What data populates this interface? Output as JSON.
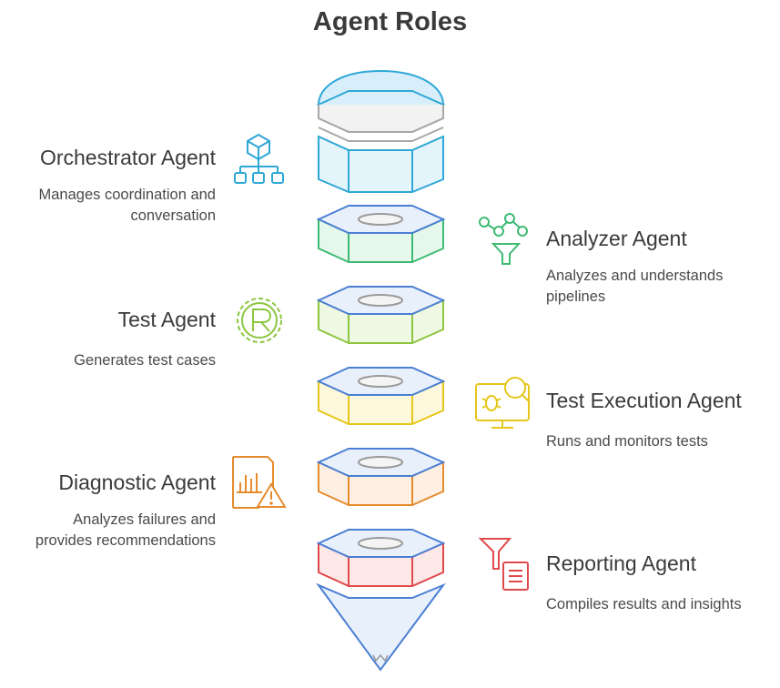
{
  "title": "Agent Roles",
  "agents": [
    {
      "label": "Orchestrator Agent",
      "desc_line1": "Manages coordination and",
      "desc_line2": "conversation",
      "color": "#2ea8d6",
      "fill": "#e4f4fb",
      "icon": "cube-hierarchy-icon"
    },
    {
      "label": "Analyzer Agent",
      "desc_line1": "Analyzes and understands",
      "desc_line2": "pipelines",
      "color": "#3dbb73",
      "fill": "#e6f7ec",
      "icon": "nodes-funnel-icon"
    },
    {
      "label": "Test Agent",
      "desc_line1": "Generates test cases",
      "desc_line2": "",
      "color": "#8cc63f",
      "fill": "#eff8e2",
      "icon": "gear-r-icon"
    },
    {
      "label": "Test Execution Agent",
      "desc_line1": "Runs and monitors tests",
      "desc_line2": "",
      "color": "#e6c619",
      "fill": "#fdf8dc",
      "icon": "monitor-bug-search-icon"
    },
    {
      "label": "Diagnostic Agent",
      "desc_line1": "Analyzes failures and",
      "desc_line2": "provides recommendations",
      "color": "#e58b2d",
      "fill": "#fdf0e2",
      "icon": "document-chart-warning-icon"
    },
    {
      "label": "Reporting Agent",
      "desc_line1": "Compiles results and insights",
      "desc_line2": "",
      "color": "#e0494b",
      "fill": "#fde8e8",
      "icon": "funnel-document-icon"
    }
  ],
  "colors": {
    "top_cap": "#2ea8d6",
    "top_cap_fill": "#d8eefa",
    "disc_top": "#4a7fd4",
    "disc_top_fill": "#e8f0fc",
    "cone": "#4a7fd4",
    "cone_fill": "#e8f0fc"
  }
}
